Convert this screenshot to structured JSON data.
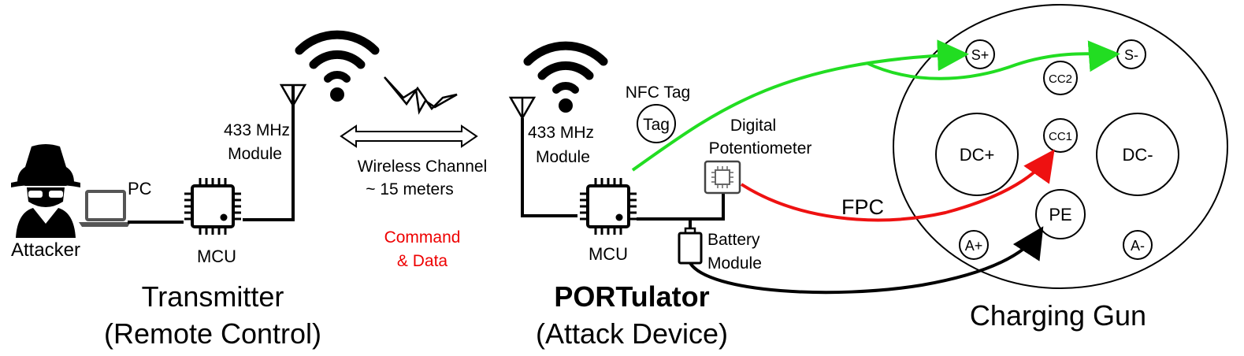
{
  "labels": {
    "attacker": "Attacker",
    "pc": "PC",
    "mcu_left": "MCU",
    "module_left_line1": "433 MHz",
    "module_left_line2": "Module",
    "wireless_line1": "Wireless Channel",
    "wireless_line2": "~ 15 meters",
    "command_line1": "Command",
    "command_line2": "& Data",
    "module_right_line1": "433 MHz",
    "module_right_line2": "Module",
    "mcu_right": "MCU",
    "nfc_tag": "NFC Tag",
    "tag": "Tag",
    "digipot_line1": "Digital",
    "digipot_line2": "Potentiometer",
    "battery_line1": "Battery",
    "battery_line2": "Module",
    "fpc": "FPC",
    "transmitter": "Transmitter",
    "transmitter_sub": "(Remote Control)",
    "portulator": "PORTulator",
    "portulator_sub": "(Attack Device)",
    "charging_gun": "Charging Gun"
  },
  "pins": {
    "s_plus": "S+",
    "s_minus": "S-",
    "cc2": "CC2",
    "cc1": "CC1",
    "dc_plus": "DC+",
    "dc_minus": "DC-",
    "pe": "PE",
    "a_plus": "A+",
    "a_minus": "A-"
  },
  "colors": {
    "green_wire": "#22dd22",
    "red_wire": "#ee1111",
    "black_wire": "#000000",
    "command_text": "#ee0000"
  }
}
